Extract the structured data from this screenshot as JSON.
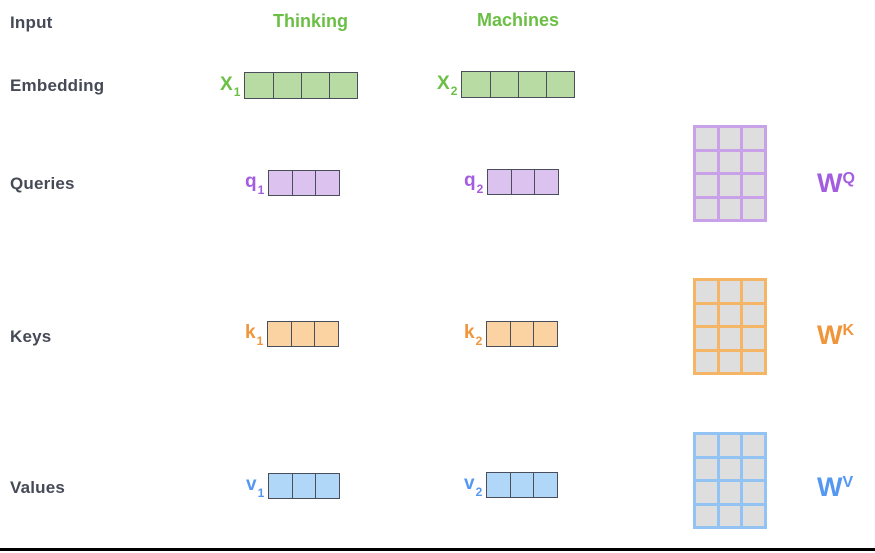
{
  "palette": {
    "label_text": "#454a56",
    "line_black": "#000000",
    "matrix_cell_gray": "#dedede",
    "vector_border": "#4a4e5a",
    "green_text": "#6bbf45",
    "green_fill": "#b7dba3",
    "purple_text": "#a35de0",
    "purple_fill": "#dcc3ef",
    "purple_grid": "#c9a1e8",
    "orange_text": "#f0953a",
    "orange_fill": "#fbd2a2",
    "orange_grid": "#f4b566",
    "blue_text": "#5598f2",
    "blue_fill": "#b0d7f8",
    "blue_grid": "#92c3f2"
  },
  "rows": {
    "input": "Input",
    "embedding": "Embedding",
    "queries": "Queries",
    "keys": "Keys",
    "values": "Values"
  },
  "words": {
    "first": "Thinking",
    "second": "Machines"
  },
  "vectors": {
    "x1": {
      "base": "X",
      "sub": "1",
      "cells": 4
    },
    "x2": {
      "base": "X",
      "sub": "2",
      "cells": 4
    },
    "q1": {
      "base": "q",
      "sub": "1",
      "cells": 3
    },
    "q2": {
      "base": "q",
      "sub": "2",
      "cells": 3
    },
    "k1": {
      "base": "k",
      "sub": "1",
      "cells": 3
    },
    "k2": {
      "base": "k",
      "sub": "2",
      "cells": 3
    },
    "v1": {
      "base": "v",
      "sub": "1",
      "cells": 3
    },
    "v2": {
      "base": "v",
      "sub": "2",
      "cells": 3
    }
  },
  "matrices": {
    "wq": {
      "base": "W",
      "sup": "Q",
      "rows": 4,
      "cols": 3
    },
    "wk": {
      "base": "W",
      "sup": "K",
      "rows": 4,
      "cols": 3
    },
    "wv": {
      "base": "W",
      "sup": "V",
      "rows": 4,
      "cols": 3
    }
  }
}
